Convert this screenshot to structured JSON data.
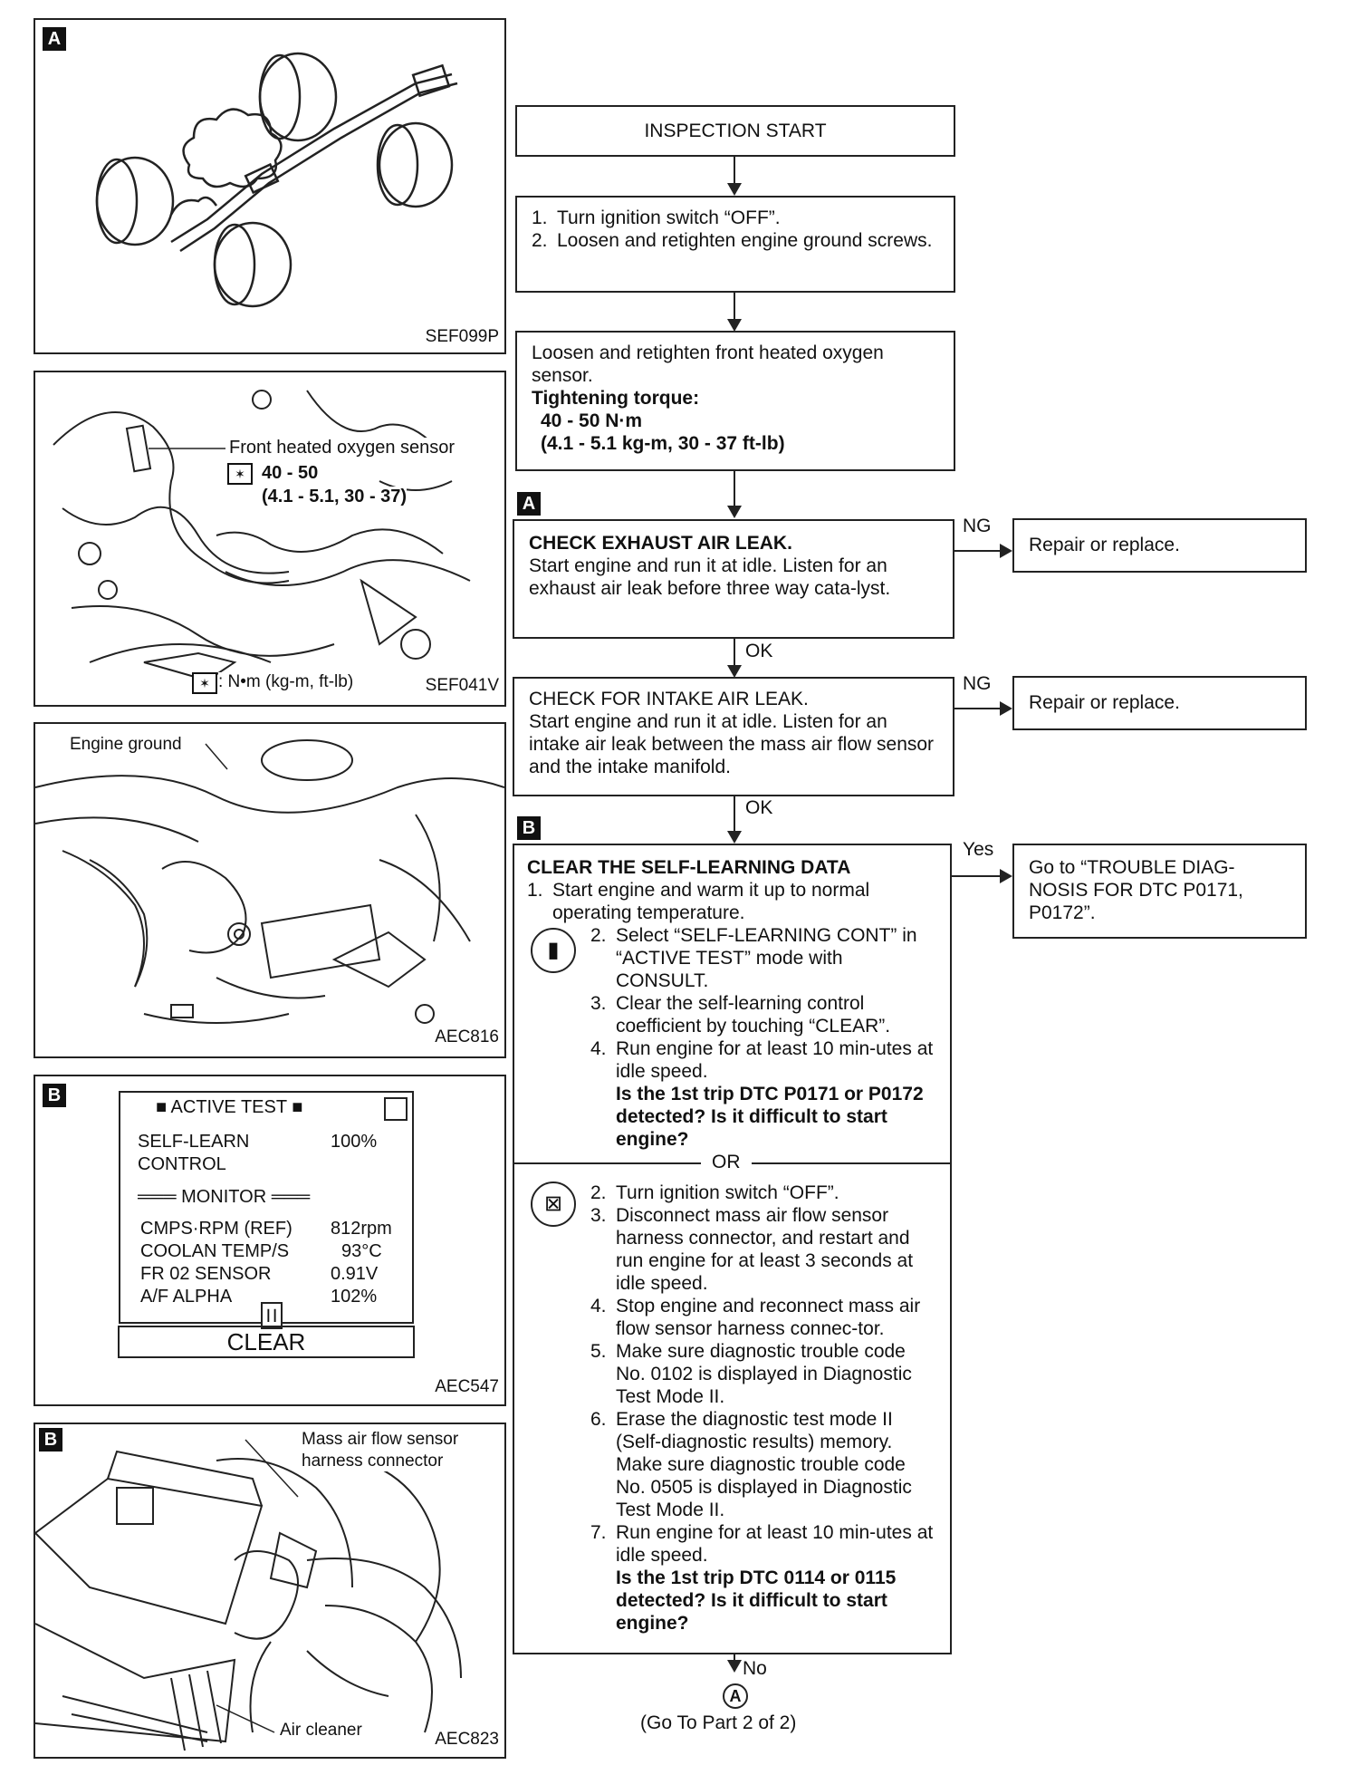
{
  "figures": {
    "exhaust": {
      "tag": "A",
      "code": "SEF099P"
    },
    "sensor": {
      "code": "SEF041V",
      "callout": "Front heated oxygen sensor",
      "torque_main": "40 - 50",
      "torque_alt": "(4.1 - 5.1, 30 - 37)",
      "legend": ": N•m (kg-m, ft-lb)"
    },
    "ground": {
      "code": "AEC816",
      "callout": "Engine ground"
    },
    "consult": {
      "tag": "B",
      "code": "AEC547",
      "title": "■ ACTIVE TEST ■",
      "item_line1": "SELF-LEARN",
      "item_line2": "CONTROL",
      "item_value": "100%",
      "monitor_header": "═══ MONITOR ═══",
      "rows": [
        {
          "label": "CMPS·RPM (REF)",
          "value": "812rpm"
        },
        {
          "label": "COOLAN TEMP/S",
          "value": "93°C"
        },
        {
          "label": "FR 02 SENSOR",
          "value": "0.91V"
        },
        {
          "label": "A/F ALPHA",
          "value": "102%"
        }
      ],
      "button": "CLEAR"
    },
    "maf": {
      "tag": "B",
      "code": "AEC823",
      "callout1_line1": "Mass air flow sensor",
      "callout1_line2": "harness connector",
      "callout2": "Air cleaner"
    }
  },
  "flow": {
    "start": "INSPECTION START",
    "step1": [
      {
        "n": "1.",
        "text": "Turn ignition switch “OFF”."
      },
      {
        "n": "2.",
        "text": "Loosen and retighten engine ground screws."
      }
    ],
    "step2": {
      "text": "Loosen and retighten front heated oxygen sensor.",
      "torque_label": "Tightening torque:",
      "torque_nm": "40 - 50 N·m",
      "torque_alt": "(4.1 - 5.1 kg-m, 30 - 37 ft-lb)"
    },
    "checkA": {
      "tag": "A",
      "title": "CHECK EXHAUST AIR LEAK.",
      "text": "Start engine and run it at idle. Listen for an exhaust air leak before three way cata-lyst.",
      "ng": "NG",
      "ok": "OK",
      "result": "Repair or replace."
    },
    "checkIntake": {
      "title": "CHECK FOR INTAKE AIR LEAK.",
      "text": "Start engine and run it at idle. Listen for an intake air leak between the mass air flow sensor and the intake manifold.",
      "ng": "NG",
      "ok": "OK",
      "result": "Repair or replace."
    },
    "clear": {
      "tag": "B",
      "title": "CLEAR THE SELF-LEARNING DATA",
      "s1": "Start engine and warm it up to normal operating temperature.",
      "consult_steps": [
        {
          "n": "2.",
          "text": "Select “SELF-LEARNING CONT” in “ACTIVE TEST” mode with CONSULT."
        },
        {
          "n": "3.",
          "text": "Clear the self-learning control coefficient by touching “CLEAR”."
        },
        {
          "n": "4.",
          "text": "Run engine for at least 10 min-utes at idle speed."
        }
      ],
      "question1": "Is the 1st trip DTC P0171 or P0172 detected? Is it difficult to start engine?",
      "or": "OR",
      "noconsult_steps": [
        {
          "n": "2.",
          "text": "Turn ignition switch “OFF”."
        },
        {
          "n": "3.",
          "text": "Disconnect mass air flow sensor harness connector, and restart and run engine for at least 3 seconds at idle speed."
        },
        {
          "n": "4.",
          "text": "Stop engine and reconnect mass air flow sensor harness connec-tor."
        },
        {
          "n": "5.",
          "text": "Make sure diagnostic trouble code No. 0102 is displayed in Diagnostic Test Mode II."
        },
        {
          "n": "6.",
          "text": "Erase the diagnostic test mode II (Self-diagnostic results) memory. Make sure diagnostic trouble code No. 0505 is displayed in Diagnostic Test Mode II."
        },
        {
          "n": "7.",
          "text": "Run engine for at least 10 min-utes at idle speed."
        }
      ],
      "question2": "Is the 1st trip DTC 0114 or 0115 detected? Is it difficult to start engine?",
      "yes": "Yes",
      "yes_result": "Go to “TROUBLE DIAG-NOSIS FOR DTC P0171, P0172”.",
      "no": "No",
      "connector": "A",
      "goto": "(Go To Part 2 of 2)"
    }
  }
}
